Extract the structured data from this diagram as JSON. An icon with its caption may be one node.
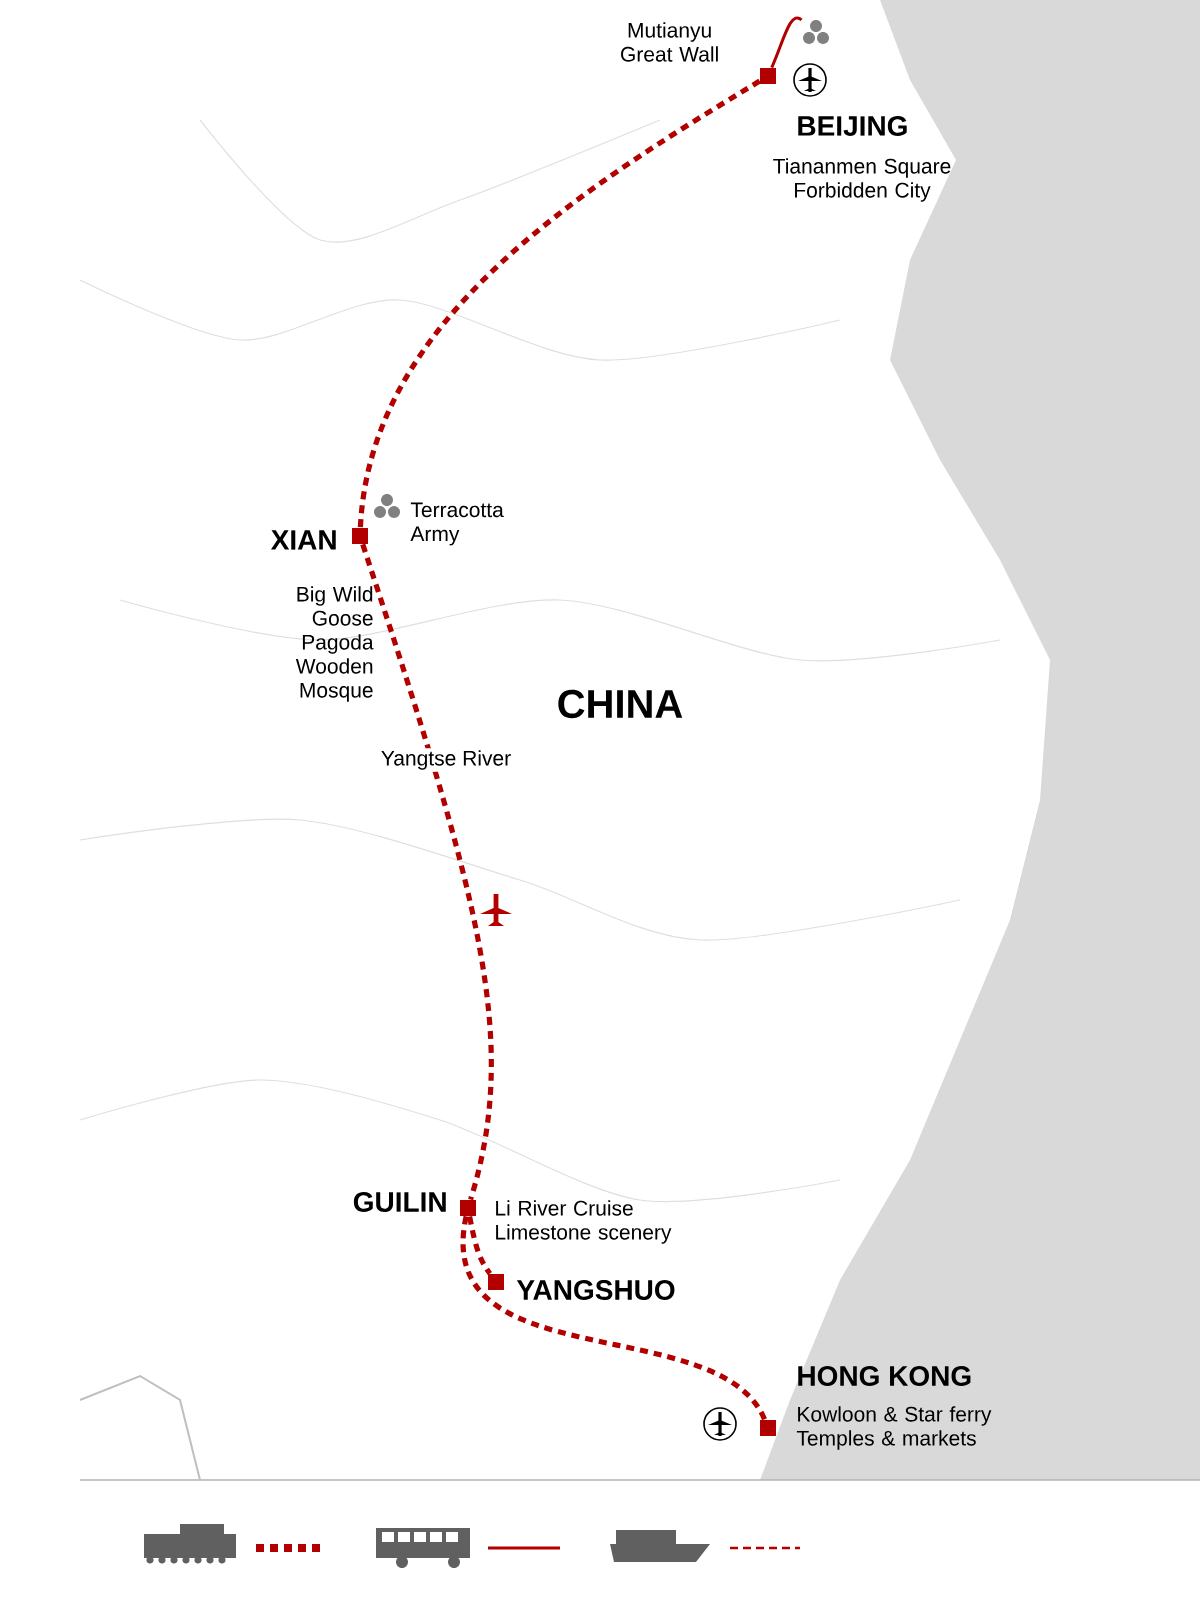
{
  "diagram": {
    "nodes": [
      {
        "text": [
          "Mutianyu Great Wall"
        ]
      },
      {
        "text": [
          "BEIJING",
          "Tiananmen Square Forbidden City"
        ]
      },
      {
        "text": [
          "XIAN",
          "Big Wild Goose Pagoda Wooden Mosque"
        ]
      },
      {
        "text": [
          "GUILIN",
          "Li River Cruise Limestone scenery"
        ]
      },
      {
        "text": [
          "YANGSHUO"
        ]
      },
      {
        "text": [
          "HONG KONG",
          "Kowloon & Star ferry Temples & markets"
        ]
      }
    ],
    "edges": [
      {
        "from": 1,
        "to": 0,
        "arrow": "none"
      },
      {
        "from": 1,
        "to": 2,
        "arrow": "none",
        "style": "dashed"
      },
      {
        "from": 2,
        "to": 3,
        "arrow": "none",
        "style": "dashed"
      },
      {
        "from": 3,
        "to": 4,
        "arrow": "none",
        "style": "dashed"
      },
      {
        "from": 3,
        "to": 5,
        "arrow": "none",
        "style": "dashed"
      }
    ],
    "labels": [
      "Terracotta Army",
      "CHINA",
      "Yangtse River"
    ]
  }
}
